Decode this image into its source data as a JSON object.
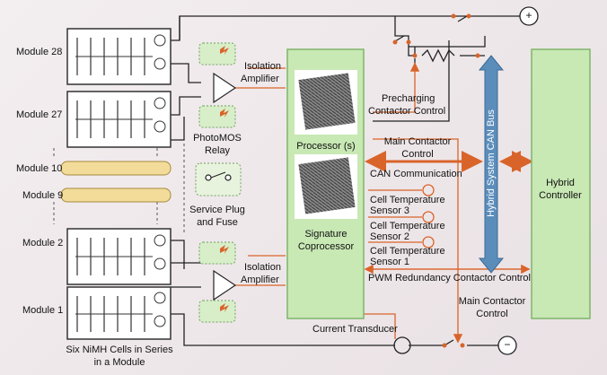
{
  "modules": {
    "m28": "Module 28",
    "m27": "Module 27",
    "m10": "Module 10",
    "m9": "Module 9",
    "m2": "Module 2",
    "m1": "Module 1"
  },
  "cells_caption": [
    "Six NiMH Cells in Series",
    "in a Module"
  ],
  "isolation_amplifier_top": [
    "Isolation",
    "Amplifier"
  ],
  "isolation_amplifier_bottom": [
    "Isolation",
    "Amplifier"
  ],
  "photomos": [
    "PhotoMOS",
    "Relay"
  ],
  "service_plug": [
    "Service Plug",
    "and Fuse"
  ],
  "processor": "Processor (s)",
  "coprocessor": [
    "Signature",
    "Coprocessor"
  ],
  "precharging": [
    "Precharging",
    "Contactor Control"
  ],
  "main_contactor_top": [
    "Main Contactor",
    "Control"
  ],
  "can_comm": "CAN Communication",
  "can_bus": "Hybrid System CAN Bus",
  "sensor3": [
    "Cell Temperature",
    "Sensor 3"
  ],
  "sensor2": [
    "Cell Temperature",
    "Sensor 2"
  ],
  "sensor1": [
    "Cell Temperature",
    "Sensor 1"
  ],
  "pwm": "PWM Redundancy Contactor Control",
  "main_contactor_bottom": [
    "Main Contactor",
    "Control"
  ],
  "current_transducer": "Current Transducer",
  "hybrid_controller": [
    "Hybrid",
    "Controller"
  ],
  "terminals": {
    "pos": "+",
    "neg": "−"
  },
  "colors": {
    "block_green": "#c8e8b4",
    "module_yellow": "#f3dc9a",
    "wire_orange": "#d9642a",
    "bus_blue": "#5b8dbb"
  }
}
